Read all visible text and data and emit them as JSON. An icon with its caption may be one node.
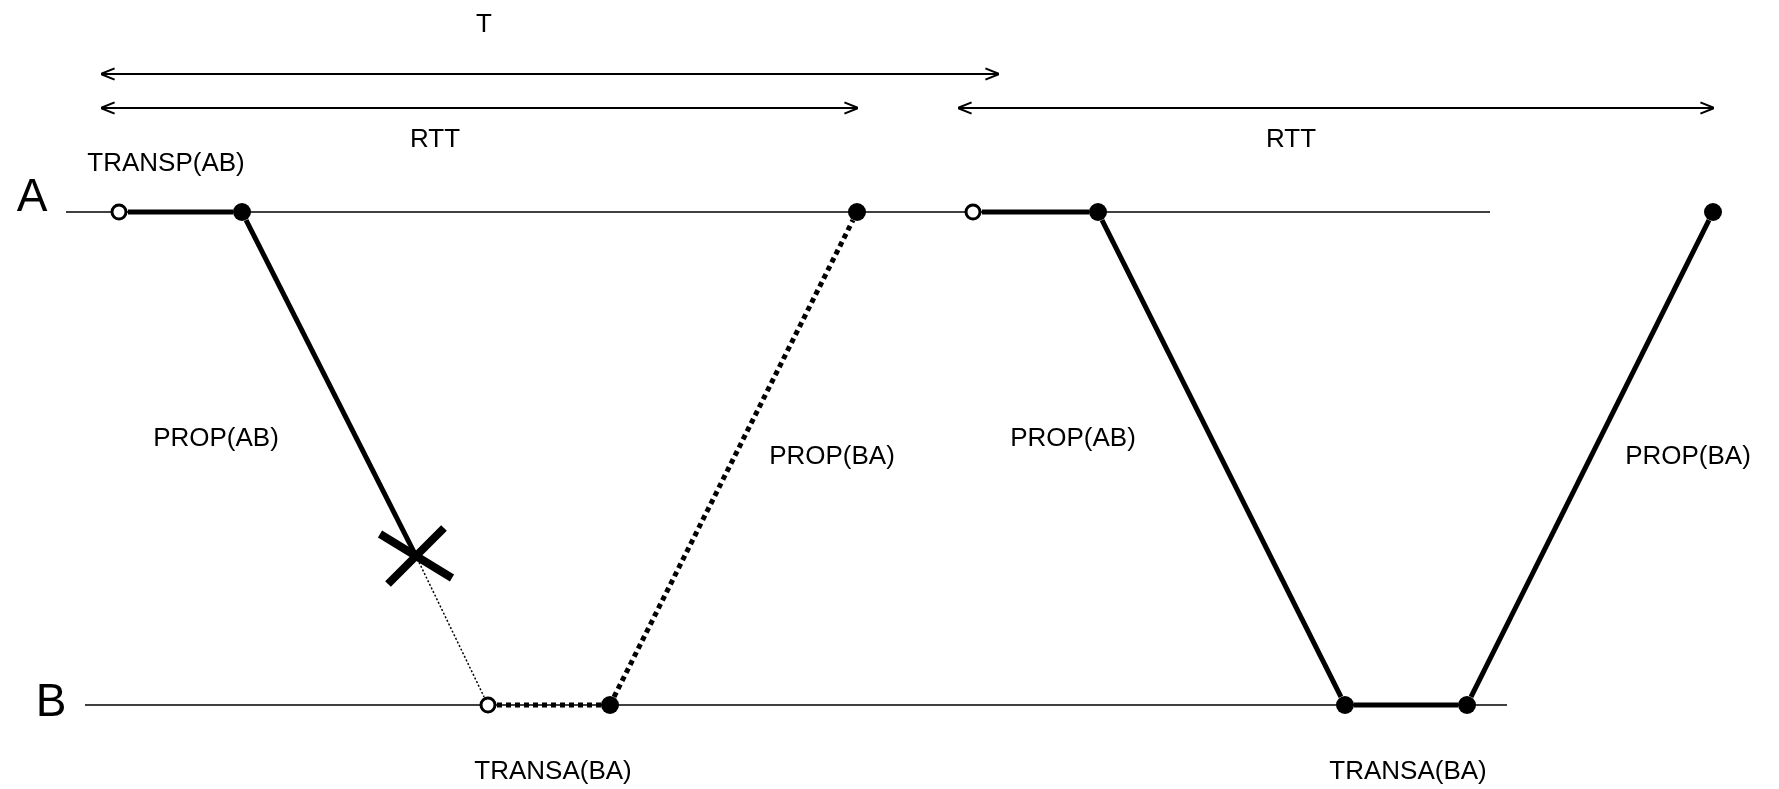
{
  "diagram": {
    "nodes": [
      {
        "text": [],
        "shape": "circle"
      },
      {
        "text": [],
        "shape": "circle"
      },
      {
        "text": [],
        "shape": "cross"
      },
      {
        "text": [],
        "shape": "circle"
      },
      {
        "text": [],
        "shape": "circle"
      },
      {
        "text": [],
        "shape": "circle"
      },
      {
        "text": [],
        "shape": "circle"
      },
      {
        "text": [],
        "shape": "circle"
      },
      {
        "text": [],
        "shape": "circle"
      },
      {
        "text": [],
        "shape": "circle"
      },
      {
        "text": [],
        "shape": "circle"
      }
    ],
    "edges": [
      {
        "from": 0,
        "to": 1,
        "arrow": "none"
      },
      {
        "from": 1,
        "to": 2,
        "arrow": "none"
      },
      {
        "from": 2,
        "to": 3,
        "arrow": "none",
        "style": "dashed"
      },
      {
        "from": 3,
        "to": 4,
        "arrow": "none",
        "style": "dashed"
      },
      {
        "from": 4,
        "to": 5,
        "arrow": "none",
        "style": "dashed"
      },
      {
        "from": 6,
        "to": 7,
        "arrow": "none"
      },
      {
        "from": 7,
        "to": 8,
        "arrow": "none"
      },
      {
        "from": 8,
        "to": 9,
        "arrow": "none"
      },
      {
        "from": 9,
        "to": 10,
        "arrow": "none"
      }
    ],
    "labels": [
      "T",
      "RTT",
      "RTT",
      "TRANSP(AB)",
      "A",
      "PROP(AB)",
      "PROP(AB)",
      "PROP(BA)",
      "PROP(BA)",
      "B",
      "TRANSA(BA)",
      "TRANSA(BA)"
    ]
  }
}
